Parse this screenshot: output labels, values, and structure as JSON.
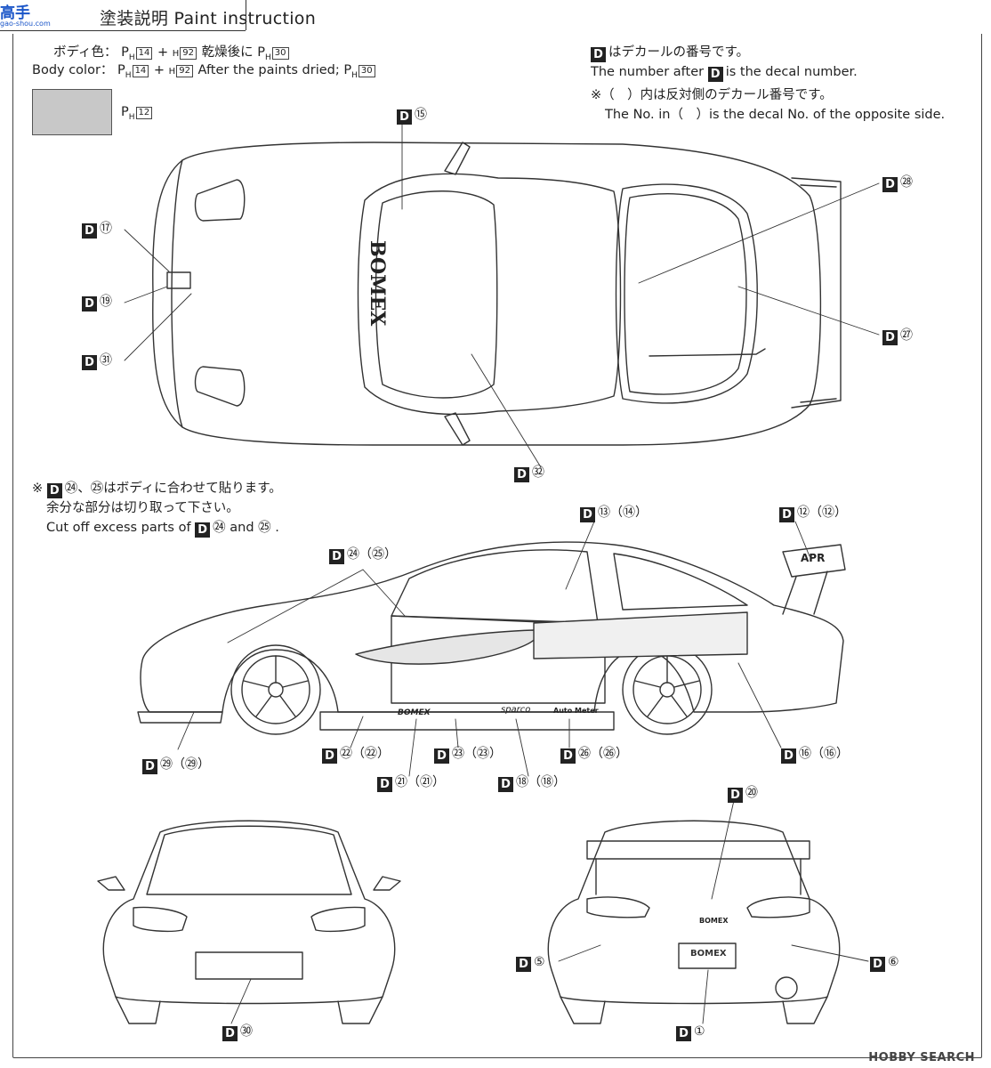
{
  "header": {
    "title": "塗装説明 Paint instruction",
    "watermark": "高手",
    "watermark_sub": "gao-shou.com"
  },
  "paint": {
    "jp_label": "ボディ色：",
    "en_label": "Body color：",
    "ph14": "14",
    "h92": "92",
    "ph30": "30",
    "plus": "+",
    "jp_after": "乾燥後に",
    "en_after": "After the paints dried;",
    "swatch_code": "12",
    "swatch_color": "#c8c8c8"
  },
  "notes": {
    "d_is_decal_jp": "はデカールの番号です。",
    "d_is_decal_en_pre": "The number after",
    "d_is_decal_en_post": "is the decal number.",
    "paren_jp": "※（　）内は反対側のデカール番号です。",
    "paren_en": "The No. in（　）is the decal No. of the opposite side."
  },
  "cut_note": {
    "jp_line1": "※",
    "jp_line1_b": "㉔、㉕はボディに合わせて貼ります。",
    "jp_line2": "余分な部分は切り取って下さい。",
    "en_pre": "Cut off excess parts of",
    "en_mid": "㉔ and ㉕ ."
  },
  "decal_letter": "D",
  "callouts": {
    "top": [
      {
        "id": "15",
        "label": "⑮"
      },
      {
        "id": "28",
        "label": "㉘"
      },
      {
        "id": "17",
        "label": "⑰"
      },
      {
        "id": "19",
        "label": "⑲"
      },
      {
        "id": "31",
        "label": "㉛"
      },
      {
        "id": "27",
        "label": "㉗"
      },
      {
        "id": "32",
        "label": "㉜"
      }
    ],
    "side": [
      {
        "id": "13",
        "label": "⑬（⑭）"
      },
      {
        "id": "12",
        "label": "⑫（⑫）"
      },
      {
        "id": "24",
        "label": "㉔（㉕）"
      },
      {
        "id": "29",
        "label": "㉙（㉙）"
      },
      {
        "id": "22",
        "label": "㉒（㉒）"
      },
      {
        "id": "21",
        "label": "㉑（㉑）"
      },
      {
        "id": "23",
        "label": "㉓（㉓）"
      },
      {
        "id": "18",
        "label": "⑱（⑱）"
      },
      {
        "id": "26",
        "label": "㉖（㉖）"
      },
      {
        "id": "16",
        "label": "⑯（⑯）"
      }
    ],
    "front": [
      {
        "id": "30",
        "label": "㉚"
      }
    ],
    "rear": [
      {
        "id": "20",
        "label": "⑳"
      },
      {
        "id": "5",
        "label": "⑤"
      },
      {
        "id": "6",
        "label": "⑥"
      },
      {
        "id": "1",
        "label": "①"
      }
    ]
  },
  "footer": {
    "hobby": "HOBBY SEARCH"
  },
  "decal_texts": {
    "bomex": "BOMEX",
    "sparco": "sparco",
    "autometer": "Auto Meter",
    "apr": "APR"
  }
}
